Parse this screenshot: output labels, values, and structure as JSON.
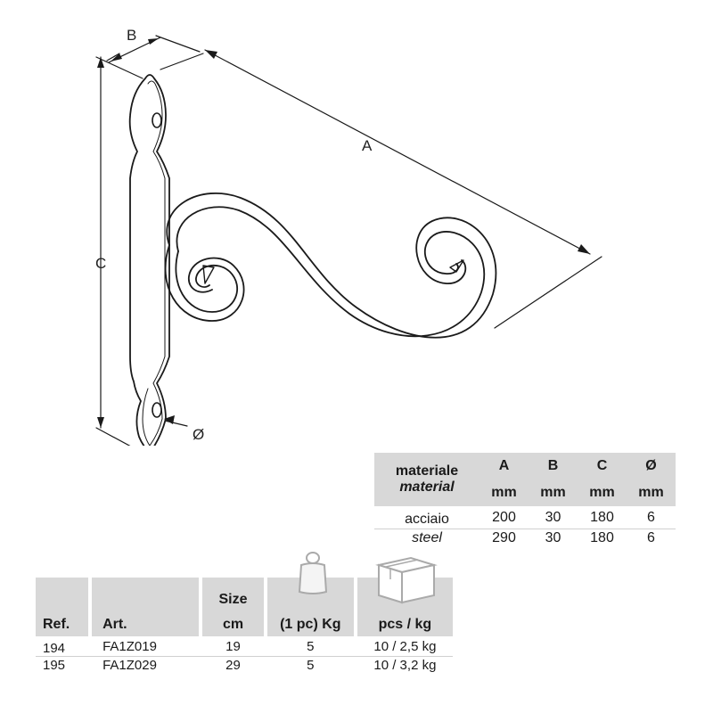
{
  "diagram": {
    "labels": {
      "A": "A",
      "B": "B",
      "C": "C",
      "diameter": "Ø"
    }
  },
  "materials_table": {
    "header": {
      "material_it": "materiale",
      "material_en": "material",
      "columns": [
        "A",
        "B",
        "C",
        "Ø"
      ],
      "unit": "mm"
    },
    "material": {
      "it": "acciaio",
      "en": "steel"
    },
    "rows": [
      [
        "200",
        "30",
        "180",
        "6"
      ],
      [
        "290",
        "30",
        "180",
        "6"
      ]
    ]
  },
  "product_table": {
    "headers": {
      "ref": "Ref.",
      "art": "Art.",
      "size_top": "Size",
      "size_bottom": "cm",
      "weight": "(1 pc) Kg",
      "pack": "pcs / kg"
    },
    "icons": {
      "weight": "weight-icon",
      "pack": "box-icon"
    },
    "rows": [
      {
        "ref": "194",
        "art": "FA1Z019",
        "size": "19",
        "weight": "5",
        "pack": "10 / 2,5 kg"
      },
      {
        "ref": "195",
        "art": "FA1Z029",
        "size": "29",
        "weight": "5",
        "pack": "10 / 3,2 kg"
      }
    ]
  }
}
